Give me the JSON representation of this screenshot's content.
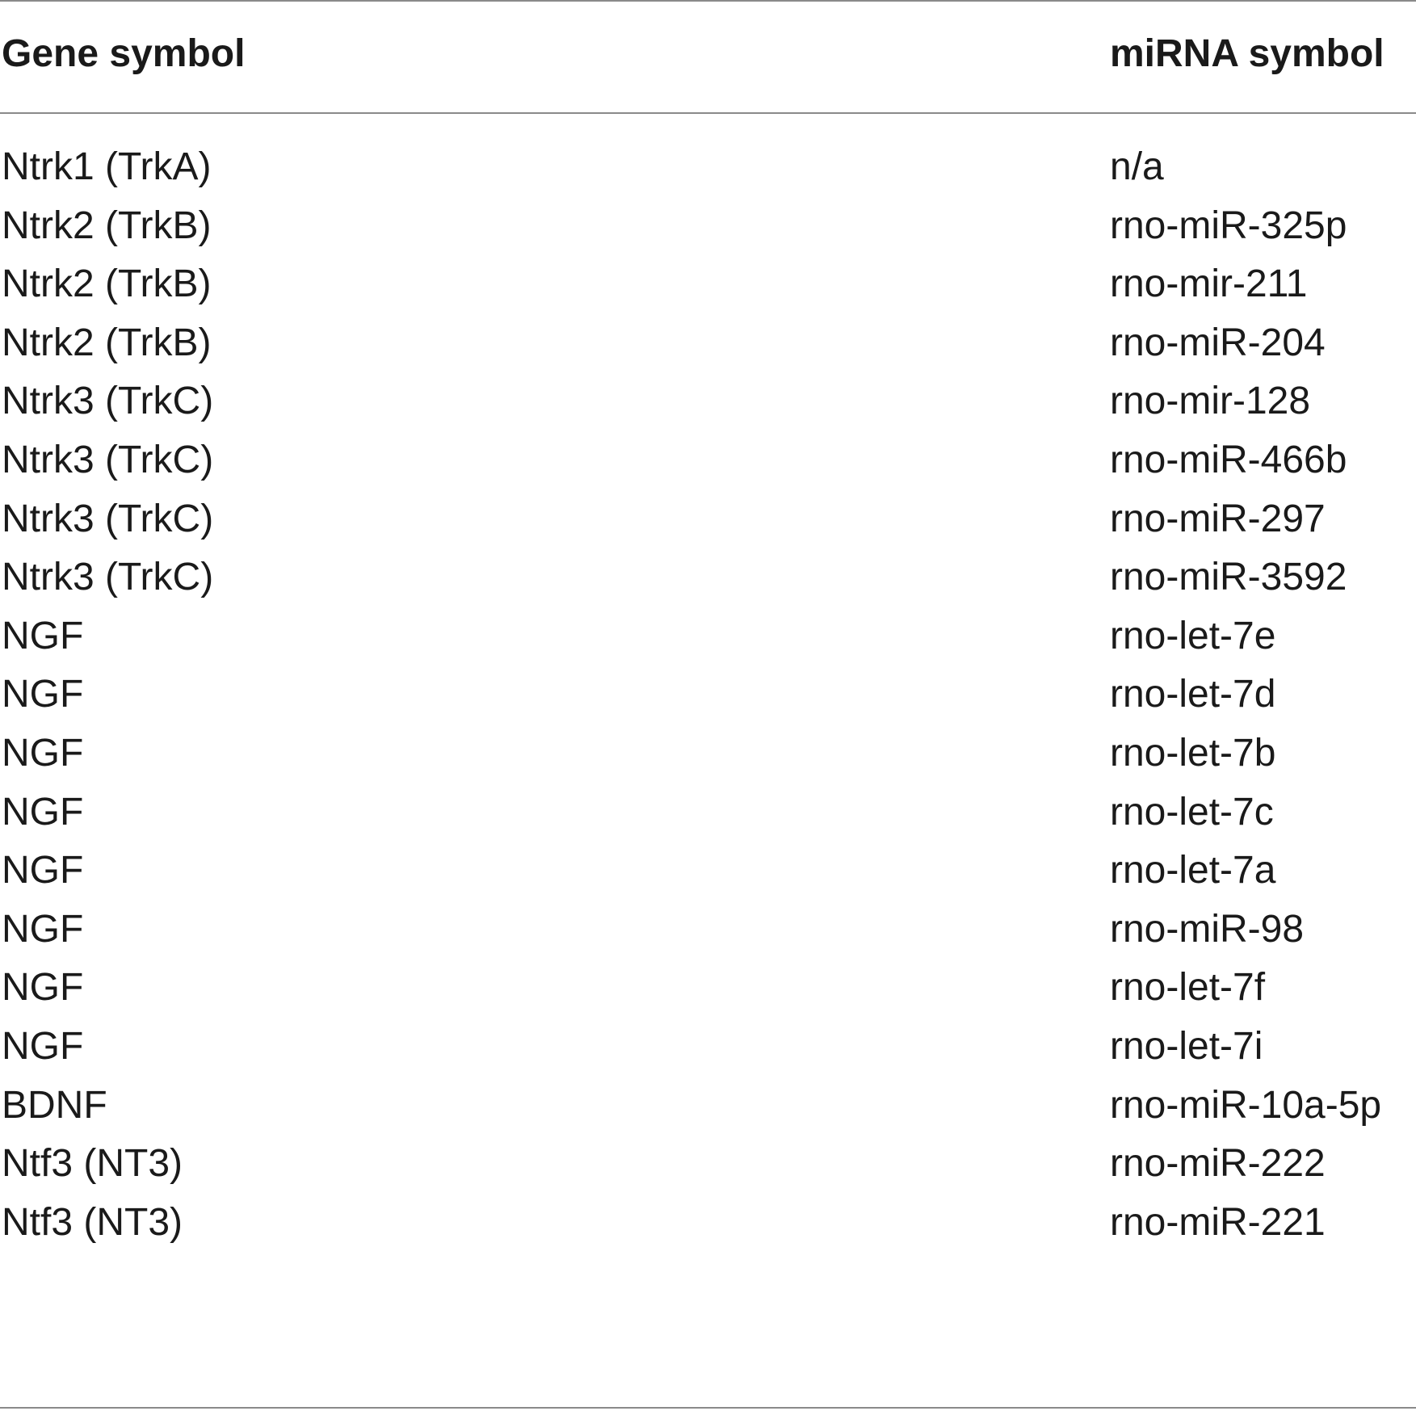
{
  "table": {
    "headers": {
      "gene": "Gene symbol",
      "mirna": "miRNA symbol"
    },
    "rows": [
      {
        "gene": "Ntrk1 (TrkA)",
        "mirna": "n/a"
      },
      {
        "gene": "Ntrk2 (TrkB)",
        "mirna": "rno-miR-325p"
      },
      {
        "gene": "Ntrk2 (TrkB)",
        "mirna": "rno-mir-211"
      },
      {
        "gene": "Ntrk2 (TrkB)",
        "mirna": "rno-miR-204"
      },
      {
        "gene": "Ntrk3 (TrkC)",
        "mirna": "rno-mir-128"
      },
      {
        "gene": "Ntrk3 (TrkC)",
        "mirna": "rno-miR-466b"
      },
      {
        "gene": "Ntrk3 (TrkC)",
        "mirna": "rno-miR-297"
      },
      {
        "gene": "Ntrk3 (TrkC)",
        "mirna": "rno-miR-3592"
      },
      {
        "gene": "NGF",
        "mirna": "rno-let-7e"
      },
      {
        "gene": "NGF",
        "mirna": "rno-let-7d"
      },
      {
        "gene": "NGF",
        "mirna": "rno-let-7b"
      },
      {
        "gene": "NGF",
        "mirna": "rno-let-7c"
      },
      {
        "gene": "NGF",
        "mirna": "rno-let-7a"
      },
      {
        "gene": "NGF",
        "mirna": "rno-miR-98"
      },
      {
        "gene": "NGF",
        "mirna": "rno-let-7f"
      },
      {
        "gene": "NGF",
        "mirna": "rno-let-7i"
      },
      {
        "gene": "BDNF",
        "mirna": "rno-miR-10a-5p"
      },
      {
        "gene": "Ntf3 (NT3)",
        "mirna": "rno-miR-222"
      },
      {
        "gene": "Ntf3 (NT3)",
        "mirna": "rno-miR-221"
      }
    ]
  }
}
